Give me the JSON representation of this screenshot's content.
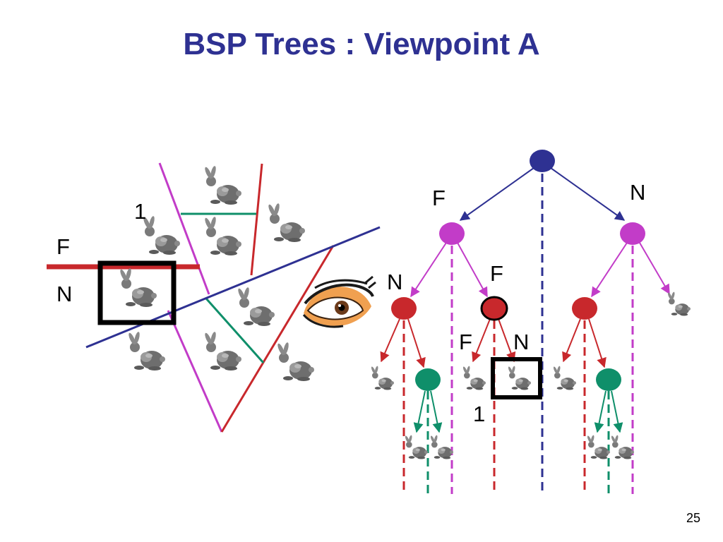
{
  "slide": {
    "title": "BSP Trees : Viewpoint A",
    "page_number": "25"
  },
  "scene_labels": {
    "far": "F",
    "near": "N",
    "object_number": "1"
  },
  "tree_labels": {
    "root_left": "F",
    "root_right": "N",
    "mid_left": "N",
    "mid_right": "F",
    "leaf_far": "F",
    "leaf_near": "N",
    "object_number": "1"
  },
  "icons": {
    "object": "bunny-icon",
    "viewer": "eye-icon",
    "node": "tree-node-icon"
  },
  "colors": {
    "title": "#2e3192",
    "plane_blue": "#2e3192",
    "plane_magenta": "#c23cc8",
    "plane_red": "#c8282c",
    "plane_green": "#0f8f6a",
    "highlight": "#000000"
  }
}
